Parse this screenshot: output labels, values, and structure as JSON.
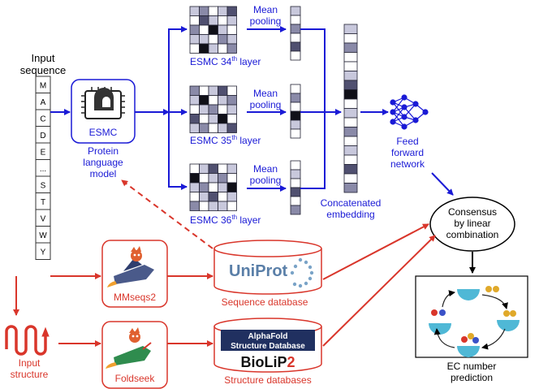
{
  "input_sequence": {
    "title_line1": "Input",
    "title_line2": "sequence",
    "residues": [
      "M",
      "A",
      "C",
      "D",
      "E",
      "...",
      "S",
      "T",
      "V",
      "W",
      "Y"
    ]
  },
  "esmc": {
    "chip_label": "ESMC",
    "caption_line1": "Protein",
    "caption_line2": "language",
    "caption_line3": "model"
  },
  "layers": [
    {
      "prefix": "ESMC 34",
      "sup": "th",
      "suffix": " layer",
      "pool_line1": "Mean",
      "pool_line2": "pooling"
    },
    {
      "prefix": "ESMC 35",
      "sup": "th",
      "suffix": " layer",
      "pool_line1": "Mean",
      "pool_line2": "pooling"
    },
    {
      "prefix": "ESMC 36",
      "sup": "th",
      "suffix": " layer",
      "pool_line1": "Mean",
      "pool_line2": "pooling"
    }
  ],
  "concat": {
    "line1": "Concatenated",
    "line2": "embedding"
  },
  "ffn": {
    "line1": "Feed",
    "line2": "forward",
    "line3": "network"
  },
  "consensus": {
    "line1": "Consensus",
    "line2": "by linear",
    "line3": "combination"
  },
  "ec": {
    "line1": "EC number",
    "line2": "prediction"
  },
  "mmseqs": {
    "label": "MMseqs2"
  },
  "foldseek": {
    "label": "Foldseek"
  },
  "uniprot": {
    "logo_text": "UniProt",
    "caption": "Sequence database"
  },
  "structure_db": {
    "alphafold_line1": "AlphaFold",
    "alphafold_line2": "Structure Database",
    "biolip": "BioLiP",
    "biolip_num": "2",
    "caption": "Structure databases"
  },
  "input_structure": {
    "line1": "Input",
    "line2": "structure"
  },
  "colors": {
    "blue": "#1a1ad6",
    "red": "#d9362b",
    "navy": "#203060"
  }
}
